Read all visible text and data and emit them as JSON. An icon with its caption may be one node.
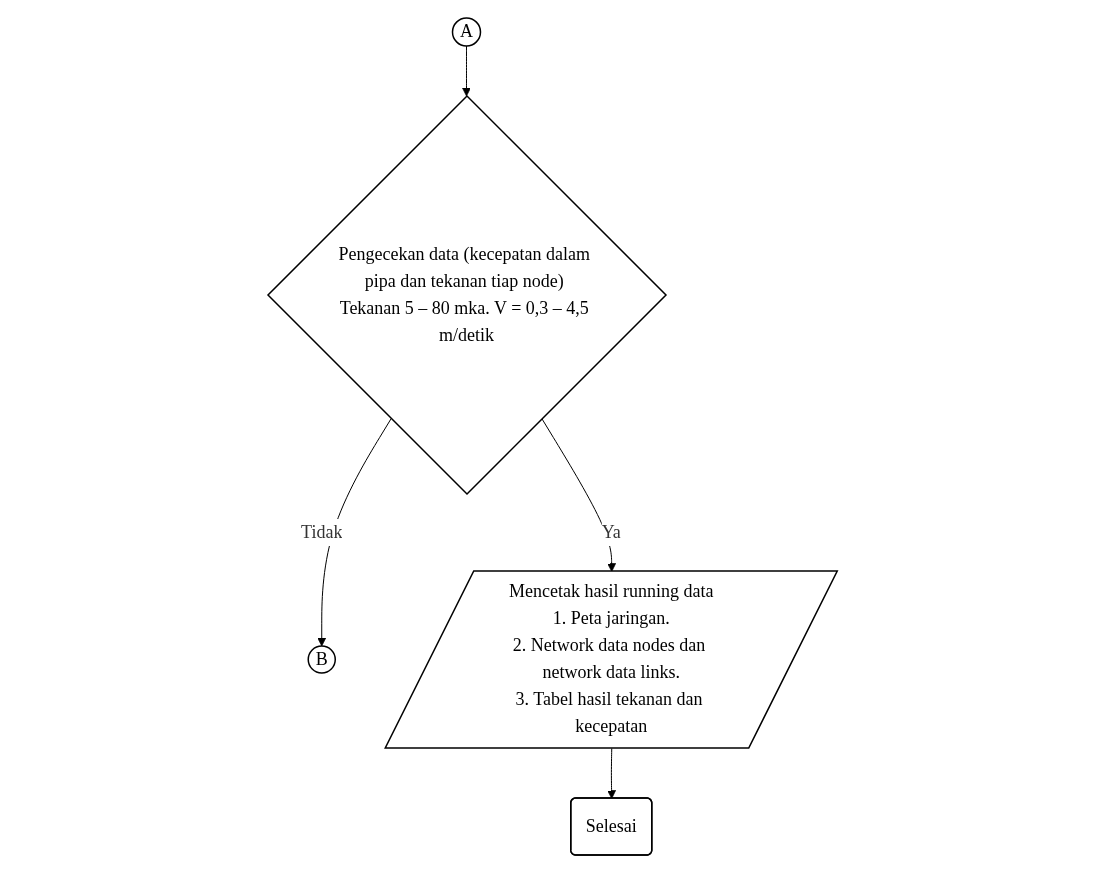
{
  "diagram": {
    "nodes": [
      {
        "text": [
          "A"
        ]
      },
      {
        "text": [
          "B"
        ]
      },
      {
        "text": [
          "Pengecekan data (kecepatan dalam pipa dan tekanan tiap node) Tekanan 5 – 80 mka. V = 0,3 – 4,5 m/detik"
        ]
      },
      {
        "text": [
          "Mencetak hasil running data",
          "1. Peta jaringan.",
          "2. Network data nodes dan network data links.",
          "3. Tabel hasil tekanan dan kecepatan"
        ]
      },
      {
        "text": [
          "Selesai"
        ]
      }
    ],
    "edges": [
      {
        "from": 0,
        "to": 2,
        "arrow": "to"
      },
      {
        "from": 2,
        "to": 1,
        "arrow": "to",
        "label": "Tidak"
      },
      {
        "from": 2,
        "to": 3,
        "arrow": "to",
        "label": "Ya"
      },
      {
        "from": 3,
        "to": 4,
        "arrow": "to"
      }
    ]
  }
}
